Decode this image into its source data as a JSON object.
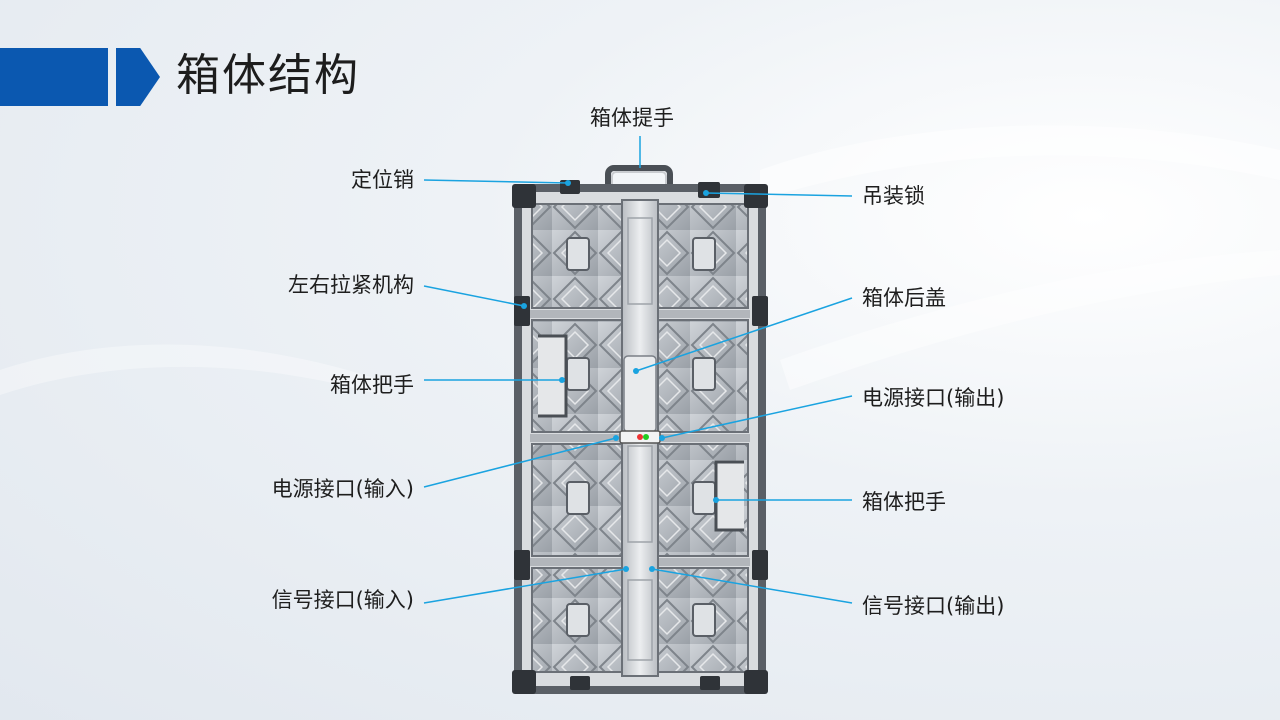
{
  "header": {
    "title": "箱体结构"
  },
  "labels": {
    "handle_top": "箱体提手",
    "locating_pin": "定位销",
    "hoisting_lock": "吊装锁",
    "tension_mechanism": "左右拉紧机构",
    "rear_cover": "箱体后盖",
    "handle_left": "箱体把手",
    "power_out": "电源接口(输出)",
    "power_in": "电源接口(输入)",
    "handle_right": "箱体把手",
    "signal_in": "信号接口(输入)",
    "signal_out": "信号接口(输出)"
  },
  "colors": {
    "accent": "#0b58b0",
    "leader": "#1aa3e0",
    "frame": "#4a4f55"
  }
}
